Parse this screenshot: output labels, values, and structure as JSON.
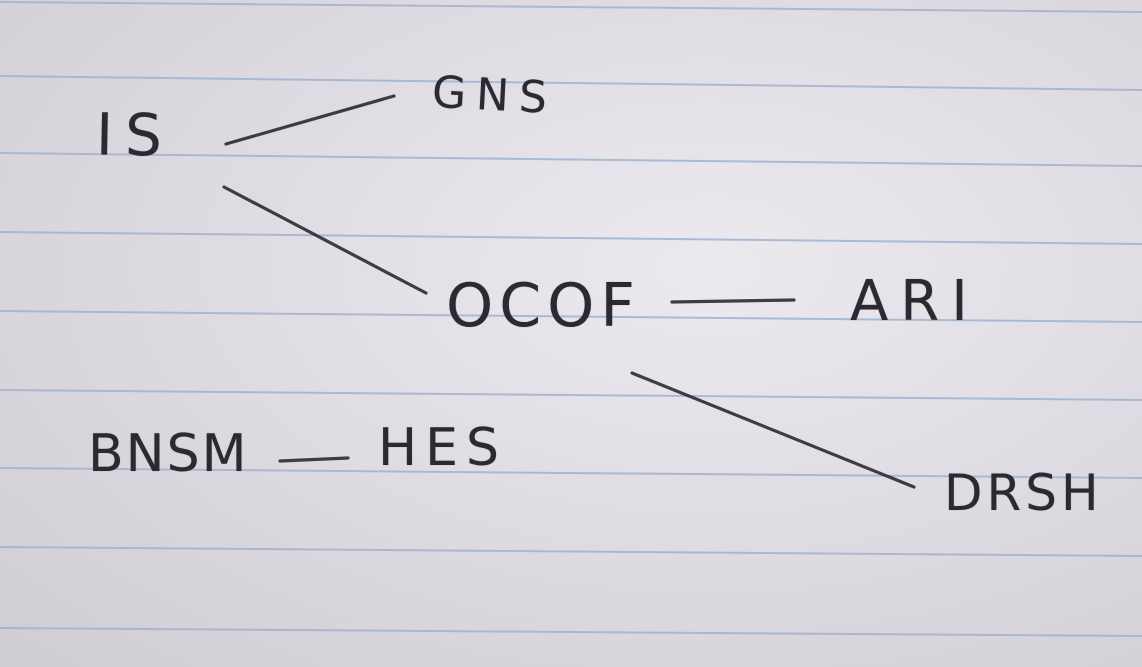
{
  "paper": {
    "background_color": "#dfdde3",
    "rule_color": "#9fb3d0"
  },
  "nodes": {
    "is": "IS",
    "gns": "GNS",
    "ocof": "OCOF",
    "ari": "ARI",
    "bnsm": "BNSM",
    "hes": "HES",
    "drsh": "DRSH"
  },
  "edges": [
    {
      "from": "IS",
      "to": "GNS"
    },
    {
      "from": "IS",
      "to": "OCOF"
    },
    {
      "from": "OCOF",
      "to": "ARI"
    },
    {
      "from": "OCOF",
      "to": "DRSH"
    },
    {
      "from": "BNSM",
      "to": "HES"
    }
  ]
}
